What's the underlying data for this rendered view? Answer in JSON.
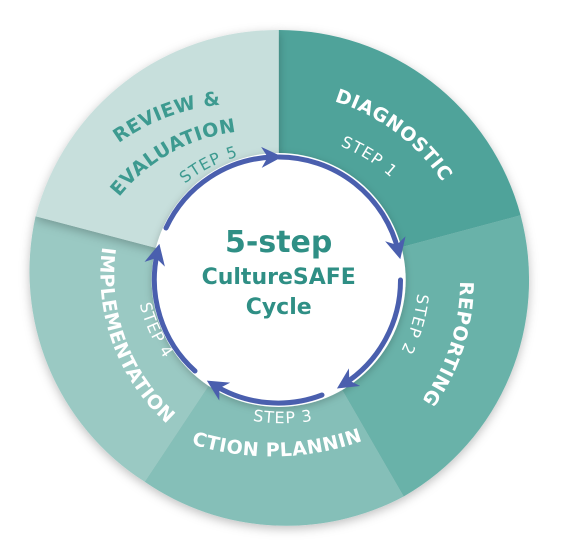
{
  "title_line1": "5-step",
  "title_line2": "CultureSAFE",
  "title_line3": "Cycle",
  "colors": {
    "diagnostic": "#4fa39a",
    "reporting": "#69b2a9",
    "action_planning": "#85bfb8",
    "implementation": "#9ac9c3",
    "review": "#c7dfdc",
    "arrow": "#4a5fae",
    "center_text": "#2f8f85",
    "review_text": "#3d9a90",
    "text_light": "#ffffff"
  },
  "steps": [
    {
      "id": "diagnostic",
      "title": "DIAGNOSTIC",
      "step": "STEP 1"
    },
    {
      "id": "reporting",
      "title": "REPORTING",
      "step": "STEP 2"
    },
    {
      "id": "action_planning",
      "title": "ACTION PLANNING",
      "step": "STEP 3"
    },
    {
      "id": "implementation",
      "title": "IMPLEMENTATION",
      "step": "STEP 4"
    },
    {
      "id": "review",
      "title_line1": "REVIEW &",
      "title_line2": "EVALUATION",
      "step": "STEP 5"
    }
  ]
}
